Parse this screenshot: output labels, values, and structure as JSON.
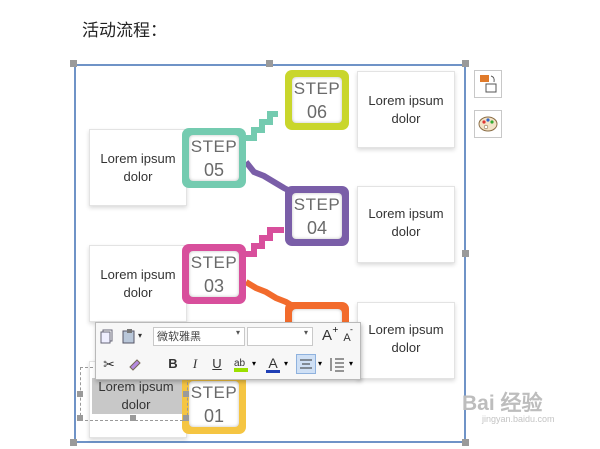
{
  "heading": "活动流程：",
  "steps": [
    {
      "word": "STEP",
      "num": "06",
      "color": "#c9d62c"
    },
    {
      "word": "STEP",
      "num": "05",
      "color": "#74cbb0"
    },
    {
      "word": "STEP",
      "num": "04",
      "color": "#7a5ea8"
    },
    {
      "word": "STEP",
      "num": "03",
      "color": "#d84f9c"
    },
    {
      "word": "STEP",
      "num": "01",
      "color": "#f5c542"
    }
  ],
  "accent_orange": "#f26b2c",
  "cards": [
    {
      "text": "Lorem ipsum dolor"
    },
    {
      "text": "Lorem ipsum dolor"
    },
    {
      "text": "Lorem ipsum dolor"
    },
    {
      "text": "Lorem ipsum dolor"
    },
    {
      "text": "Lorem ipsum dolor"
    },
    {
      "text": "Lorem ipsum dolor"
    }
  ],
  "toolbar": {
    "font_name": "微软雅黑",
    "font_size": "",
    "grow_label": "A",
    "shrink_label": "A",
    "bold_label": "B",
    "italic_label": "I",
    "underline_label": "U",
    "font_color_label": "A"
  },
  "watermark": "Bai 经验",
  "watermark_url": "jingyan.baidu.com"
}
